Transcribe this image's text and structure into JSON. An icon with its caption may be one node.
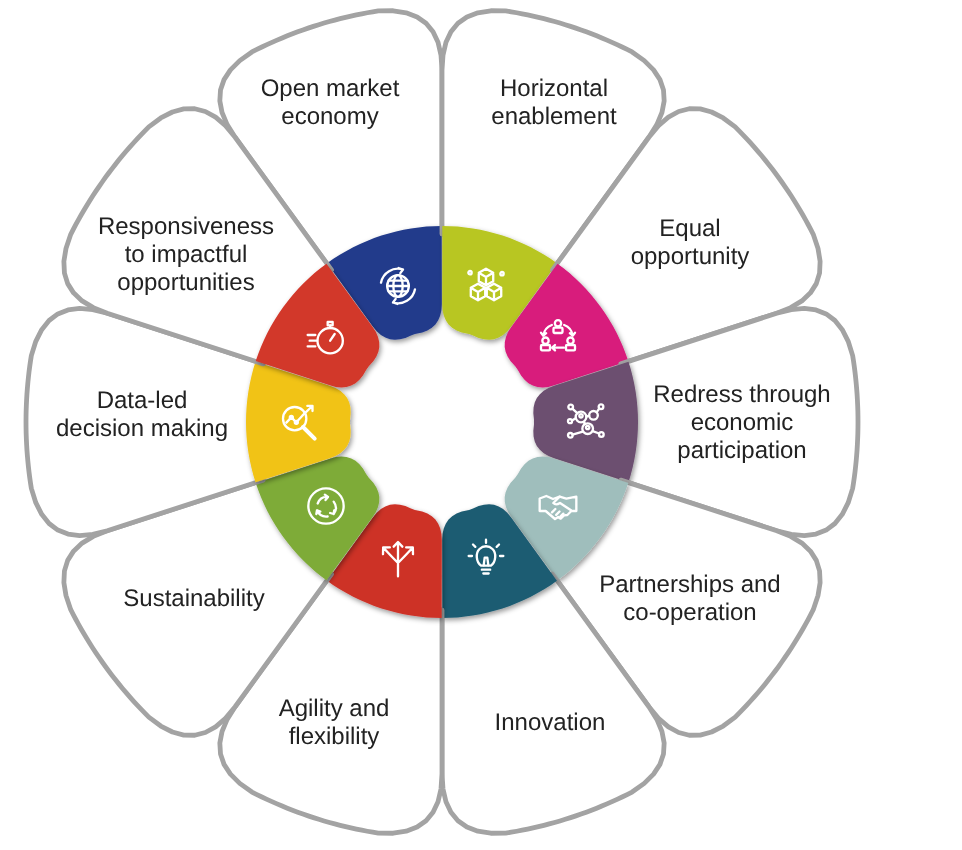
{
  "diagram": {
    "nodes": [
      {
        "text": [
          "Open market economy"
        ]
      },
      {
        "text": [
          "Horizontal enablement"
        ]
      },
      {
        "text": [
          "Equal opportunity"
        ]
      },
      {
        "text": [
          "Redress through economic participation"
        ]
      },
      {
        "text": [
          "Partnerships and co-operation"
        ]
      },
      {
        "text": [
          "Innovation"
        ]
      },
      {
        "text": [
          "Agility and flexibility"
        ]
      },
      {
        "text": [
          "Sustainability"
        ]
      },
      {
        "text": [
          "Data-led decision making"
        ]
      },
      {
        "text": [
          "Responsiveness to impactful opportunities"
        ]
      }
    ]
  }
}
